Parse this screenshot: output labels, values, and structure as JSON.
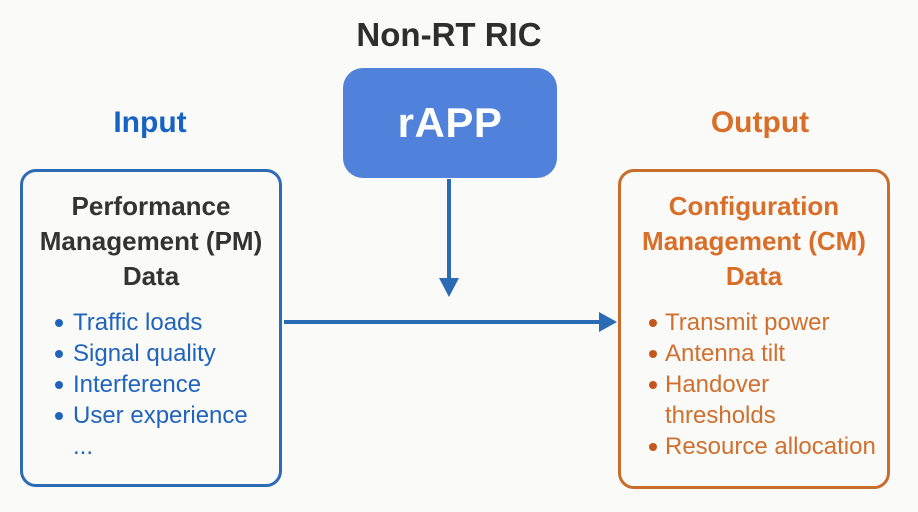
{
  "diagram": {
    "title": "Non-RT RIC",
    "rapp": {
      "label": "rAPP"
    },
    "input": {
      "heading": "Input",
      "box_title": "Performance Management (PM) Data",
      "items": [
        "Traffic loads",
        "Signal quality",
        "Interference",
        "User experience"
      ],
      "ellipsis": "..."
    },
    "output": {
      "heading": "Output",
      "box_title": "Configuration Management (CM) Data",
      "items": [
        "Transmit power",
        "Antenna tilt",
        "Handover thresholds",
        "Resource allocation"
      ]
    }
  },
  "colors": {
    "background": "#FAFAF8",
    "title-text": "#2E2E2E",
    "blue-fill": "#5081DB",
    "blue-heading": "#1763C5",
    "blue-border": "#2D6CB3",
    "blue-text": "#2164BD",
    "arrow": "#2B6BB4",
    "orange-heading": "#D86E28",
    "orange-border": "#C86D2B",
    "orange-text": "#D0702F",
    "orange-marker": "#C2581E",
    "dark-text": "#333333"
  }
}
